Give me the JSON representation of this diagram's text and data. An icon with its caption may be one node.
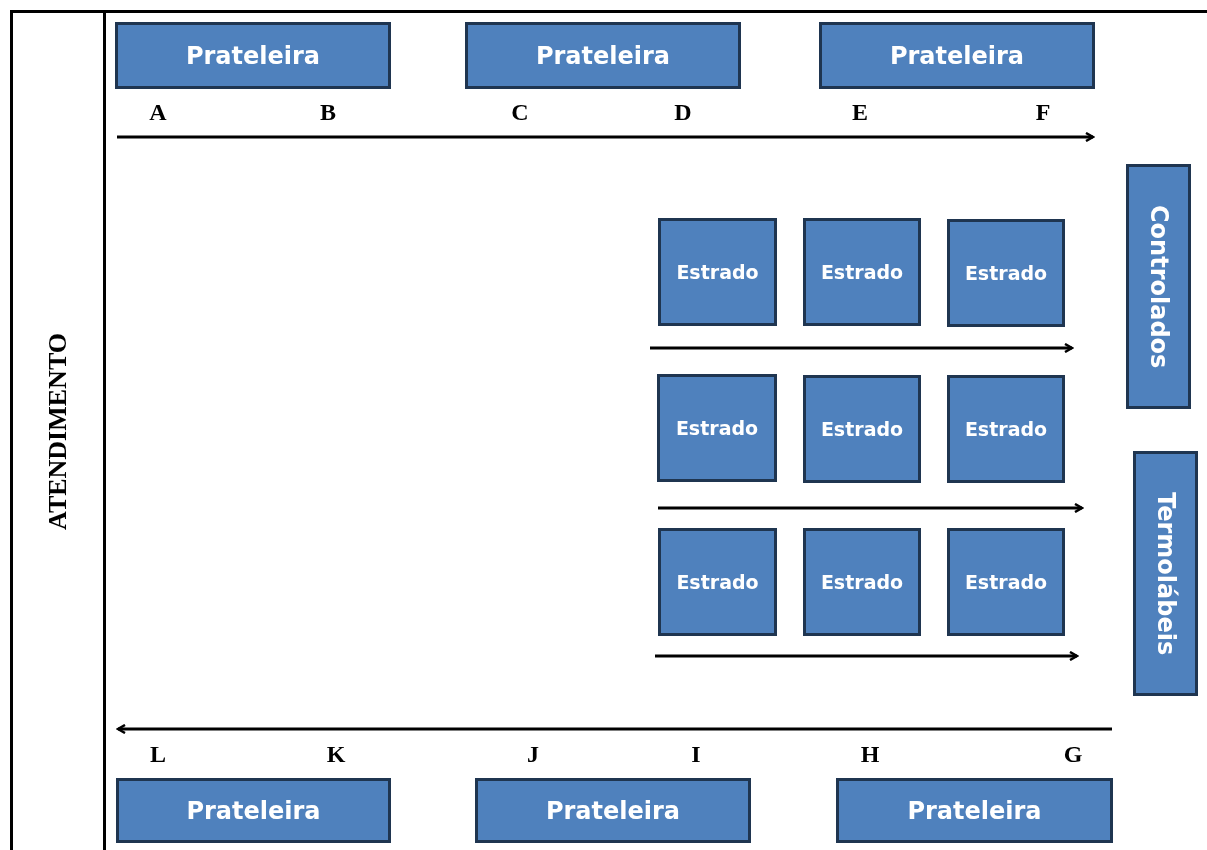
{
  "diagram": {
    "nodes": [
      {
        "text": [
          "ATENDIMENTO"
        ]
      },
      {
        "text": [
          "Prateleira"
        ]
      },
      {
        "text": [
          "Prateleira"
        ]
      },
      {
        "text": [
          "Prateleira"
        ]
      },
      {
        "text": [
          "Controlados"
        ]
      },
      {
        "text": [
          "Estrado"
        ]
      },
      {
        "text": [
          "Estrado"
        ]
      },
      {
        "text": [
          "Estrado"
        ]
      },
      {
        "text": [
          "Estrado"
        ]
      },
      {
        "text": [
          "Estrado"
        ]
      },
      {
        "text": [
          "Estrado"
        ]
      },
      {
        "text": [
          "Termolábeis"
        ]
      },
      {
        "text": [
          "Estrado"
        ]
      },
      {
        "text": [
          "Estrado"
        ]
      },
      {
        "text": [
          "Estrado"
        ]
      },
      {
        "text": [
          "Prateleira"
        ]
      },
      {
        "text": [
          "Prateleira"
        ]
      },
      {
        "text": [
          "Prateleira"
        ]
      }
    ],
    "labels": [
      "A",
      "B",
      "C",
      "D",
      "E",
      "F",
      "L",
      "K",
      "J",
      "I",
      "H",
      "G"
    ]
  }
}
